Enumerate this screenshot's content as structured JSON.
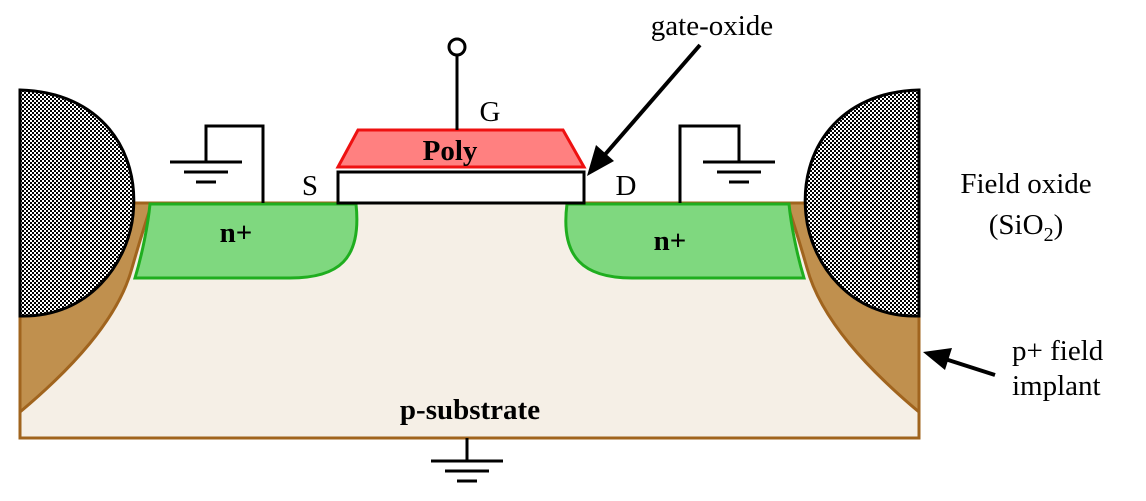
{
  "labels": {
    "gate_oxide": "gate-oxide",
    "gate": "G",
    "poly": "Poly",
    "source": "S",
    "drain": "D",
    "n_plus_left": "n+",
    "n_plus_right": "n+",
    "field_oxide_line1": "Field oxide",
    "field_oxide_open": "(SiO",
    "field_oxide_sub": "2",
    "field_oxide_close": ")",
    "field_implant_line1": "p+ field",
    "field_implant_line2": "implant",
    "substrate": "p-substrate"
  },
  "colors": {
    "substrate_fill": "#f5efe6",
    "substrate_stroke": "#a0641e",
    "implant_fill": "#c0904e",
    "n_plus_fill": "#7fd87f",
    "n_plus_stroke": "#1fae1f",
    "poly_fill": "#ff8080",
    "poly_stroke": "#ee1111",
    "oxide_fill": "#ffffff",
    "line": "#000000"
  }
}
